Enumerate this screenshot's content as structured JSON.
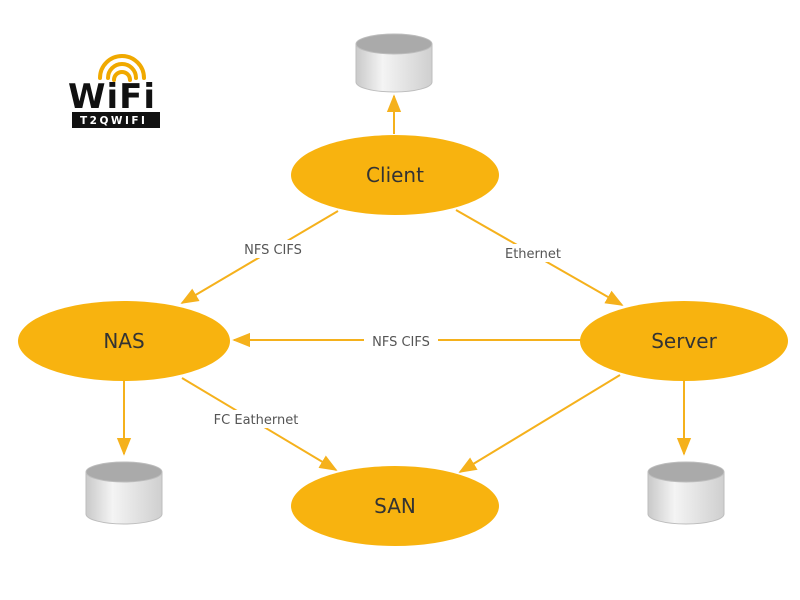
{
  "logo": {
    "word": "WiFi",
    "sub": "T2QWIFI",
    "accent_color": "#f0a900"
  },
  "colors": {
    "node_fill": "#f8b30f",
    "edge": "#f5b11c",
    "disk_top": "#b0b0b0",
    "disk_body": "#e6e6e6",
    "text": "#333333"
  },
  "nodes": {
    "client": "Client",
    "nas": "NAS",
    "server": "Server",
    "san": "SAN"
  },
  "edges": {
    "client_nas": "NFS CIFS",
    "client_server": "Ethernet",
    "server_nas": "NFS CIFS",
    "nas_san": "FC Eathernet"
  }
}
